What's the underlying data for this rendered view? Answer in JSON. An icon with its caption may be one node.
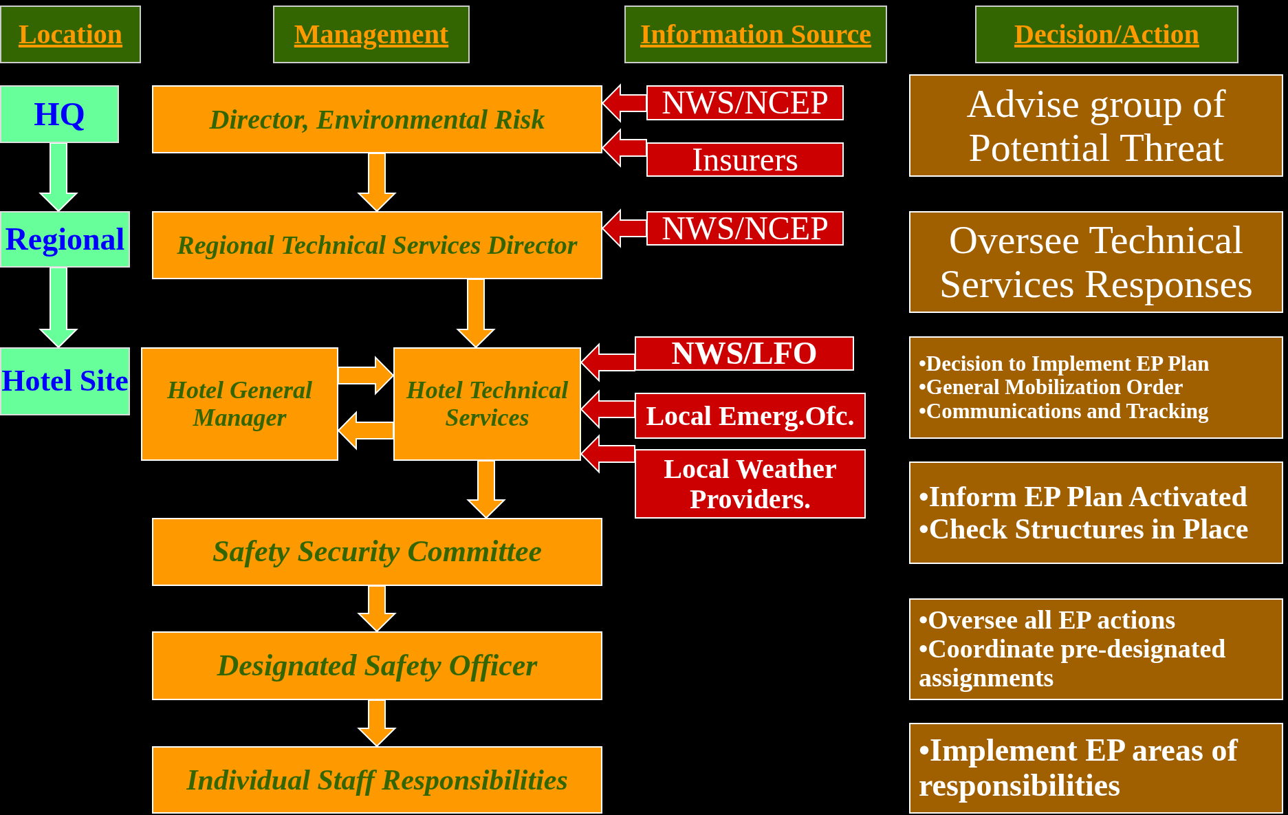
{
  "diagram": {
    "nodes": [
      {
        "text": [
          "Location"
        ]
      },
      {
        "text": [
          "Management"
        ]
      },
      {
        "text": [
          "Information Source"
        ]
      },
      {
        "text": [
          "Decision/Action"
        ]
      },
      {
        "text": [
          "HQ"
        ]
      },
      {
        "text": [
          "Director, Environmental Risk"
        ]
      },
      {
        "text": [
          "NWS/NCEP"
        ]
      },
      {
        "text": [
          "Insurers"
        ]
      },
      {
        "text": [
          "Advise group of Potential Threat"
        ]
      },
      {
        "text": [
          "Regional"
        ]
      },
      {
        "text": [
          "Regional Technical Services Director"
        ]
      },
      {
        "text": [
          "NWS/NCEP"
        ]
      },
      {
        "text": [
          "Oversee Technical Services Responses"
        ]
      },
      {
        "text": [
          "Hotel Site"
        ]
      },
      {
        "text": [
          "Hotel General Manager"
        ]
      },
      {
        "text": [
          "Hotel Technical Services"
        ]
      },
      {
        "text": [
          "NWS/LFO"
        ]
      },
      {
        "text": [
          "•Decision to Implement EP Plan",
          "•General Mobilization Order",
          "•Communications and Tracking"
        ]
      },
      {
        "text": [
          "Local Emerg.Ofc."
        ]
      },
      {
        "text": [
          "Local Weather Providers."
        ]
      },
      {
        "text": [
          "•Inform EP Plan Activated",
          "•Check Structures in Place"
        ]
      },
      {
        "text": [
          "Safety Security Committee"
        ]
      },
      {
        "text": [
          "•Oversee all EP actions",
          "•Coordinate pre-designated assignments"
        ]
      },
      {
        "text": [
          "Designated Safety Officer"
        ]
      },
      {
        "text": [
          "Individual Staff Responsibilities"
        ]
      },
      {
        "text": [
          "•Implement EP areas of responsibilities"
        ]
      }
    ],
    "edges": [
      {
        "from": 4,
        "to": 9,
        "arrow": "to",
        "color": "#66ff99"
      },
      {
        "from": 9,
        "to": 13,
        "arrow": "to",
        "color": "#66ff99"
      },
      {
        "from": 5,
        "to": 10,
        "arrow": "to"
      },
      {
        "from": 6,
        "to": 5,
        "arrow": "to",
        "color": "#cc0000"
      },
      {
        "from": 7,
        "to": 5,
        "arrow": "to",
        "color": "#cc0000"
      },
      {
        "from": 11,
        "to": 10,
        "arrow": "to",
        "color": "#cc0000"
      },
      {
        "from": 10,
        "to": 15,
        "arrow": "to"
      },
      {
        "from": 14,
        "to": 15,
        "arrow": "to"
      },
      {
        "from": 15,
        "to": 14,
        "arrow": "to"
      },
      {
        "from": 16,
        "to": 15,
        "arrow": "to",
        "color": "#cc0000"
      },
      {
        "from": 18,
        "to": 15,
        "arrow": "to",
        "color": "#cc0000"
      },
      {
        "from": 19,
        "to": 15,
        "arrow": "to",
        "color": "#cc0000"
      },
      {
        "from": 15,
        "to": 21,
        "arrow": "to"
      },
      {
        "from": 21,
        "to": 23,
        "arrow": "to"
      },
      {
        "from": 23,
        "to": 24,
        "arrow": "to"
      }
    ]
  }
}
